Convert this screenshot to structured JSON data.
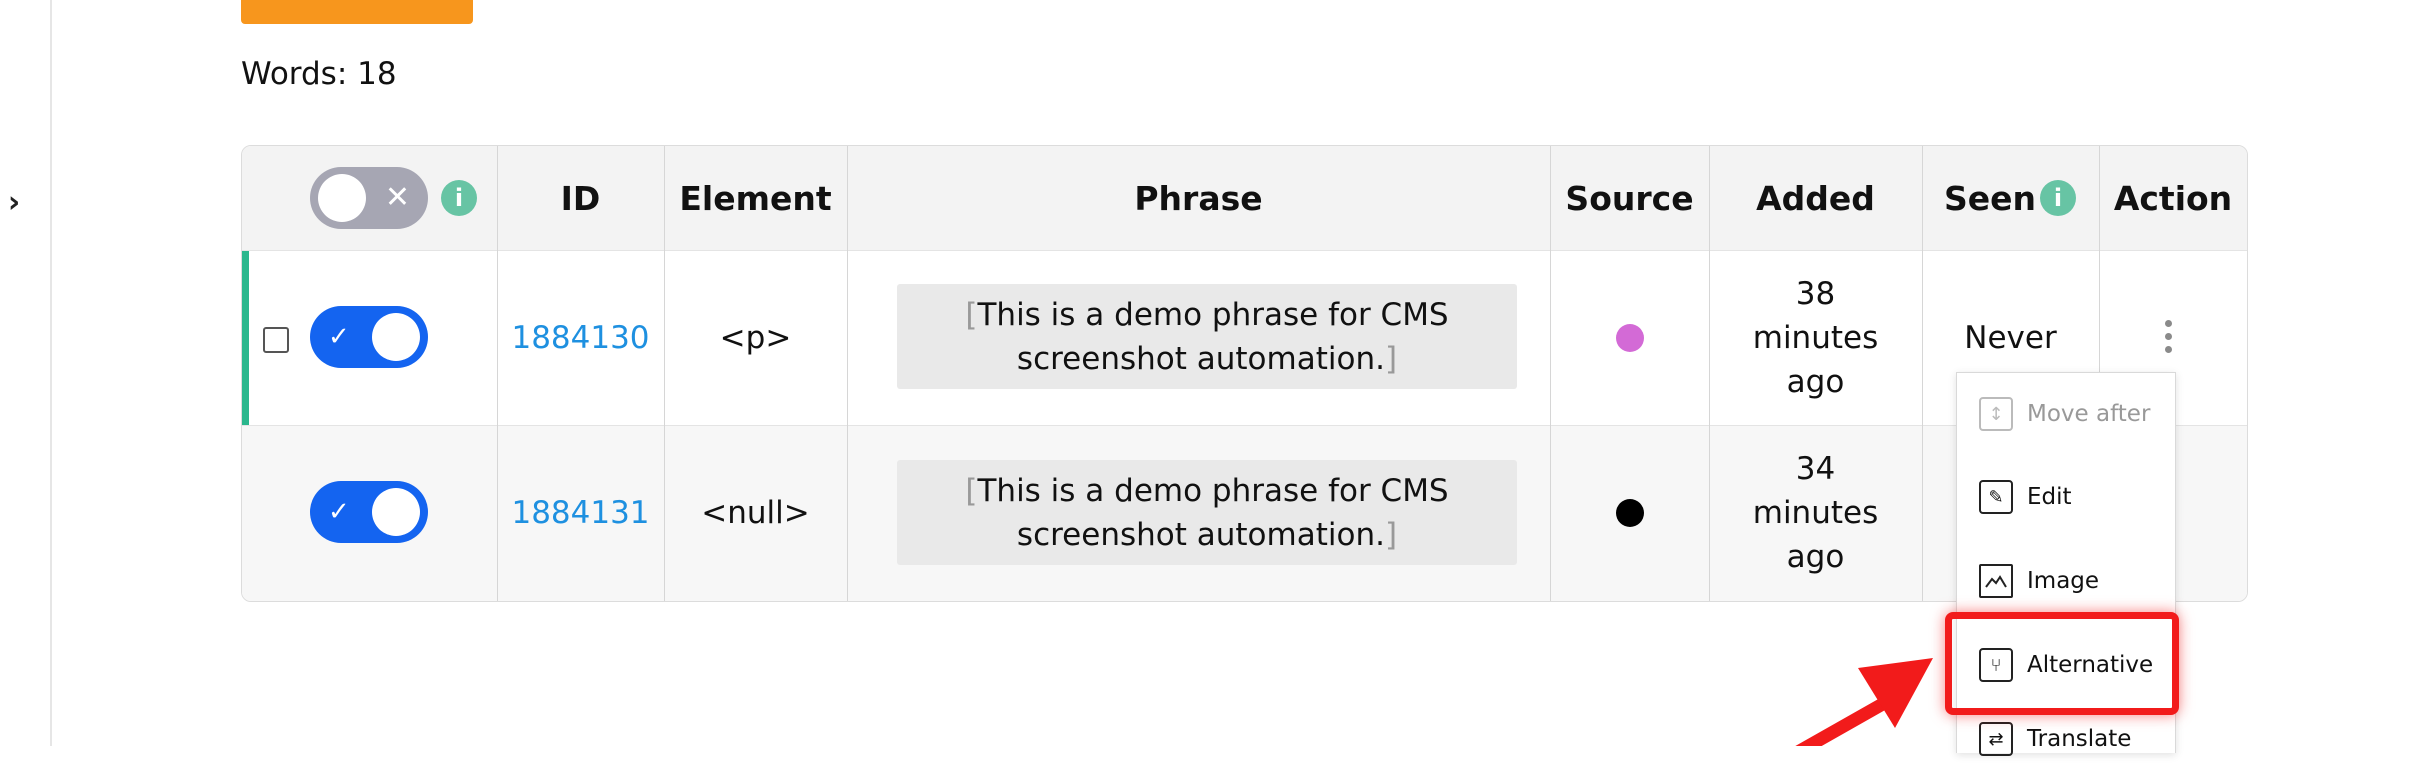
{
  "words_label": "Words: 18",
  "table": {
    "headers": {
      "id": "ID",
      "element": "Element",
      "phrase": "Phrase",
      "source": "Source",
      "added": "Added",
      "seen": "Seen",
      "action": "Action"
    },
    "rows": [
      {
        "id": "1884130",
        "element": "<p>",
        "phrase_line1": "This is a demo phrase for CMS",
        "phrase_line2": "screenshot automation.",
        "source_color": "#d36ad6",
        "added_line1": "38",
        "added_line2": "minutes",
        "added_line3": "ago",
        "seen": "Never"
      },
      {
        "id": "1884131",
        "element": "<null>",
        "phrase_line1": "This is a demo phrase for CMS",
        "phrase_line2": "screenshot automation.",
        "source_color": "#000000",
        "added_line1": "34",
        "added_line2": "minutes",
        "added_line3": "ago",
        "seen": ""
      }
    ]
  },
  "action_menu": {
    "items": [
      {
        "label": "Move after",
        "icon": "move-icon",
        "disabled": true
      },
      {
        "label": "Edit",
        "icon": "edit-icon"
      },
      {
        "label": "Image",
        "icon": "image-icon"
      },
      {
        "label": "Alternative",
        "icon": "alternative-icon"
      },
      {
        "label": "Translate",
        "icon": "translate-icon"
      }
    ]
  },
  "colors": {
    "accent_orange": "#f7961d",
    "toggle_on": "#1464f0",
    "info": "#67c4a4",
    "link": "#1e90e0",
    "active_bar": "#2bb78d",
    "highlight": "#f21b1b"
  },
  "glyphs": {
    "chevron": "›",
    "toggle_off_mark": "✕",
    "toggle_on_mark": "✓",
    "info": "i",
    "bracket_open": "[",
    "bracket_close": "]"
  }
}
